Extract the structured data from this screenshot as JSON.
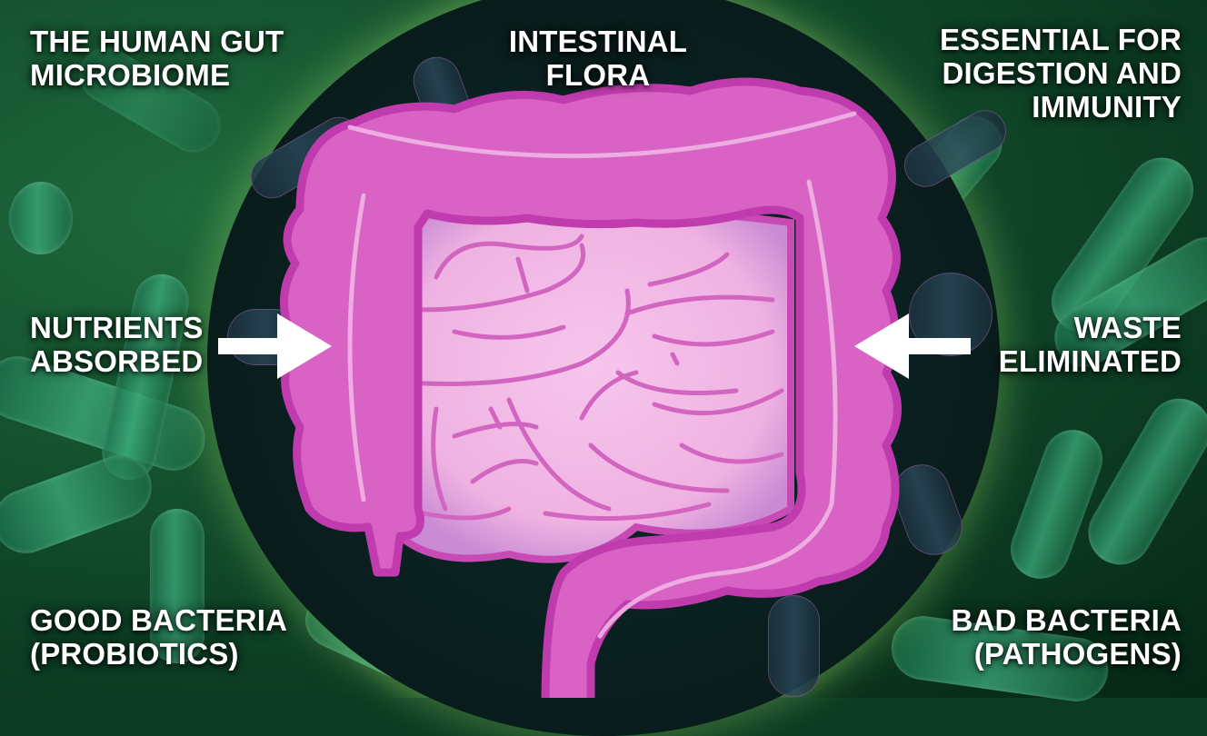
{
  "labels": {
    "top_left": {
      "line1": "THE HUMAN GUT",
      "line2": "MICROBIOME"
    },
    "top_center": {
      "line1": "INTESTINAL",
      "line2": "FLORA"
    },
    "top_right": {
      "line1": "ESSENTIAL FOR",
      "line2": "DIGESTION AND",
      "line3": "IMMUNITY"
    },
    "mid_left": {
      "line1": "NUTRIENTS",
      "line2": "ABSORBED"
    },
    "mid_right": {
      "line1": "WASTE",
      "line2": "ELIMINATED"
    },
    "bottom_left": {
      "line1": "GOOD BACTERIA",
      "line2": "(PROBIOTICS)"
    },
    "bottom_right": {
      "line1": "BAD BACTERIA",
      "line2": "(PATHOGENS)"
    }
  },
  "arrows": {
    "left": {
      "direction": "right",
      "label_ref": "mid_left"
    },
    "right": {
      "direction": "left",
      "label_ref": "mid_right"
    }
  },
  "colors": {
    "large_intestine": "#d863c4",
    "large_intestine_outline": "#c33fb0",
    "small_intestine": "#f0b6e4",
    "small_intestine_lines": "#d265c0",
    "center_circle": "#0b2020",
    "background_green": "#0e4226",
    "glow": "#a6d36a",
    "text": "#ffffff"
  }
}
